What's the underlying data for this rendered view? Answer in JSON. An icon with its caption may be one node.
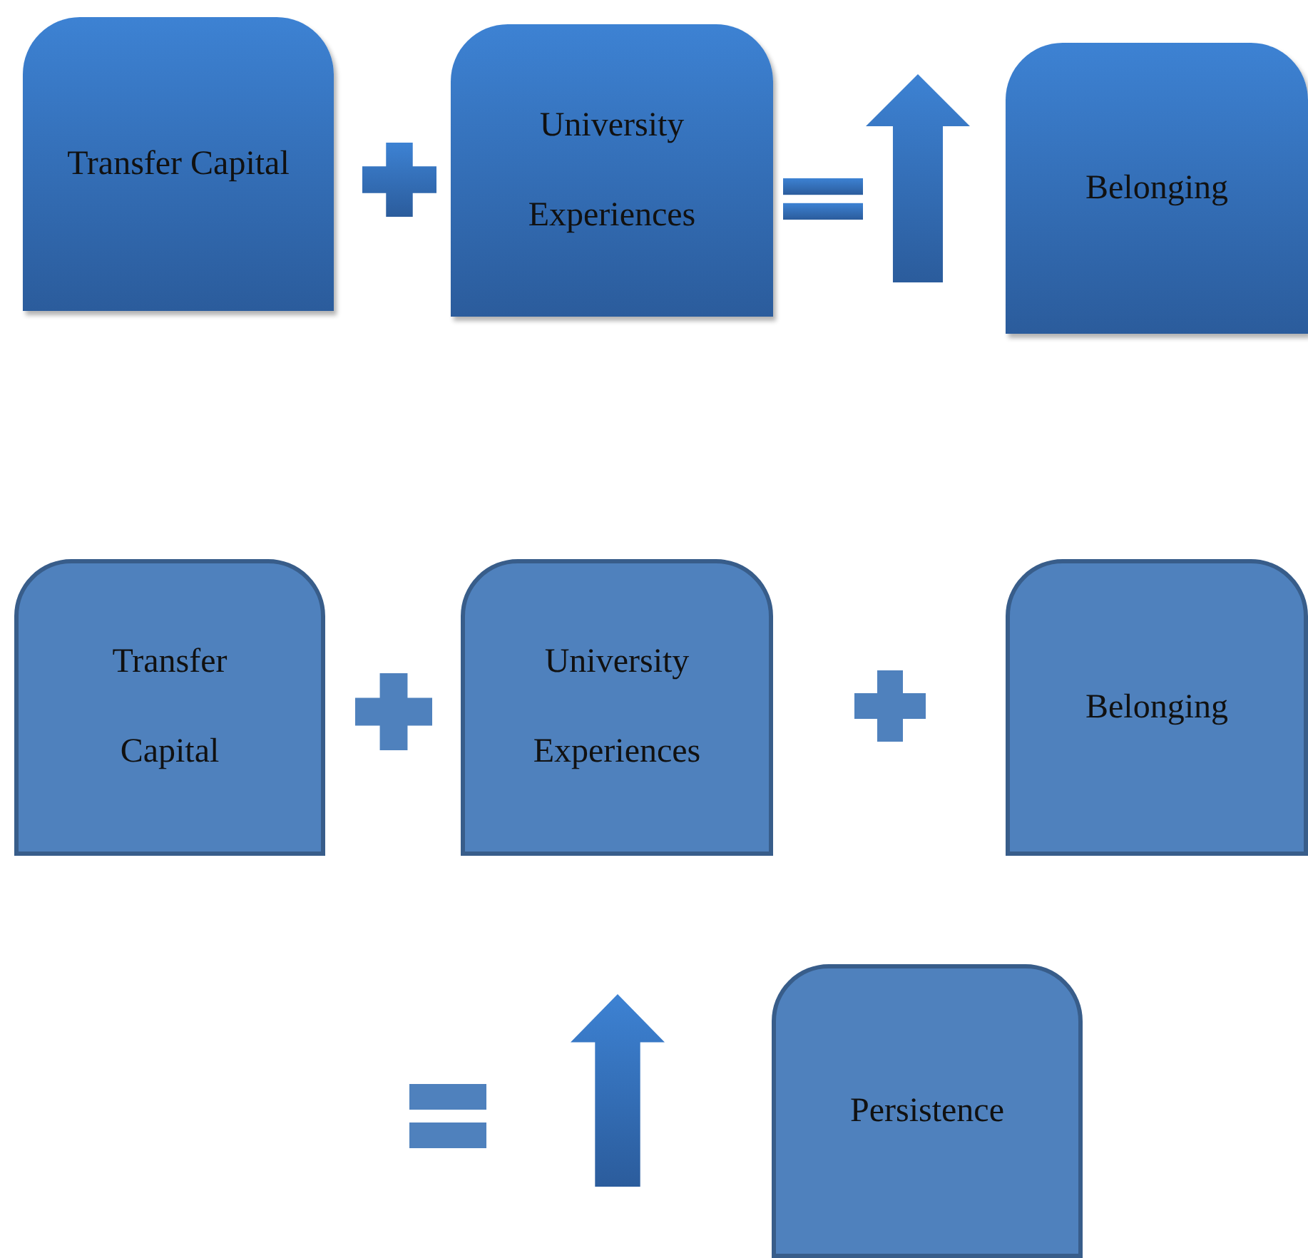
{
  "diagram": {
    "nodes": [
      {
        "text": [
          "Transfer Capital"
        ]
      },
      {
        "text": [
          "University",
          "Experiences"
        ]
      },
      {
        "text": [
          "Belonging"
        ]
      },
      {
        "text": [
          "Transfer",
          "Capital"
        ]
      },
      {
        "text": [
          "University",
          "Experiences"
        ]
      },
      {
        "text": [
          "Belonging"
        ]
      },
      {
        "text": [
          "Persistence"
        ]
      }
    ]
  }
}
